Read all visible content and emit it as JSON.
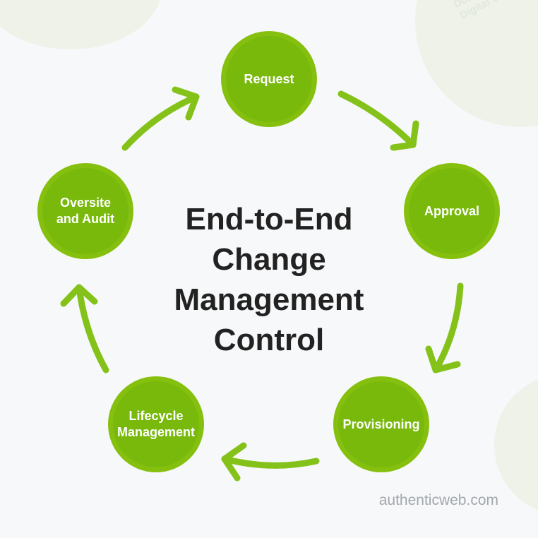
{
  "title": {
    "lines": [
      "End-to-End",
      "Change",
      "Management",
      "Control"
    ]
  },
  "nodes": [
    {
      "id": "request",
      "lines": [
        "Request"
      ]
    },
    {
      "id": "approval",
      "lines": [
        "Approval"
      ]
    },
    {
      "id": "provisioning",
      "lines": [
        "Provisioning"
      ]
    },
    {
      "id": "lifecycle",
      "lines": [
        "Lifecycle",
        "Management"
      ]
    },
    {
      "id": "oversite",
      "lines": [
        "Oversite",
        "and Audit"
      ]
    }
  ],
  "background_text": [
    "Domain",
    "Digital Strategy"
  ],
  "watermark": "authenticweb.com",
  "colors": {
    "node_fill": "#78b90c",
    "node_ring": "#86c00f",
    "arrow": "#84c21a",
    "title": "#222222",
    "watermark": "#a2a7ae",
    "background": "#f7f8f9"
  }
}
